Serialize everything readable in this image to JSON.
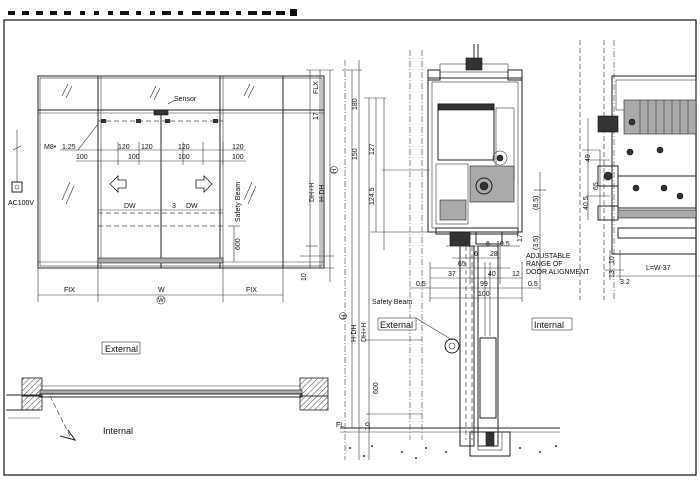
{
  "labels": {
    "sensor": "Sensor",
    "fix_top": "FLX",
    "dim_17": "17",
    "m8": "M8•",
    "d125": "1.25",
    "d100a": "100",
    "d120a": "120",
    "d120b": "120",
    "d100b": "100",
    "d120c": "120",
    "d120d": "120",
    "d100c": "100",
    "d100d": "100",
    "ac100v": "AC100V",
    "dw_left": "DW",
    "d3": "3",
    "dw_right": "DW",
    "safety_beam_vert": "Safety Beam",
    "d600_front": "600",
    "dhh": "DH+H",
    "hdh": "H-DH",
    "h_circ": "H",
    "d10_front": "10",
    "fix_left": "FIX",
    "w": "W",
    "w_circ": "W",
    "fix_right": "FIX",
    "external_plan": "External",
    "internal_plan": "Internal",
    "d150": "150",
    "d180": "180",
    "d127": "127",
    "d1245": "124.5",
    "d85": "(8.5)",
    "d35": "(3.5)",
    "d17b": "17",
    "d65a": "6",
    "d105": "10.5",
    "d6": "6",
    "d28": "28",
    "d65": "65",
    "d37": "37",
    "d40": "40",
    "d12": "12",
    "d05a": "0.5",
    "d99": "99",
    "d05b": "0.5",
    "d100e": "100",
    "adjustable": "ADJUSTABLE",
    "range_of": "RANGE OF",
    "door_alignment": "DOOR ALIGNMENT",
    "safety_beam_sec": "Safety Beam",
    "external_sec": "External",
    "internal_sec": "Internal",
    "h_circ2": "H",
    "h_dh": "H-DH",
    "dh_h": "DH+H",
    "d600_sec": "600",
    "d10_sec": "10",
    "fl": "FL",
    "d49": "49",
    "d65b": "65",
    "d405": "40.5",
    "d10r": "10",
    "d13": "13",
    "d32": "3.2",
    "lw37": "L=W-37"
  }
}
